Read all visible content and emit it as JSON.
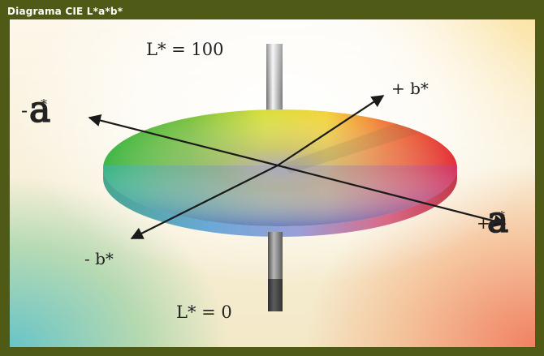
{
  "title": "Diagrama CIE L*a*b*",
  "labels": {
    "l_top": "L* = 100",
    "l_bottom": "L* = 0",
    "plus_b": "+ b*",
    "minus_b": "- b*",
    "minus_a_sign": "-",
    "minus_a_letter": "a",
    "minus_a_star": "*",
    "plus_a_sign": "+",
    "plus_a_letter": "a",
    "plus_a_star": "*"
  },
  "colors": {
    "frame": "#4e5a16",
    "axis": "#1a1a1a"
  }
}
